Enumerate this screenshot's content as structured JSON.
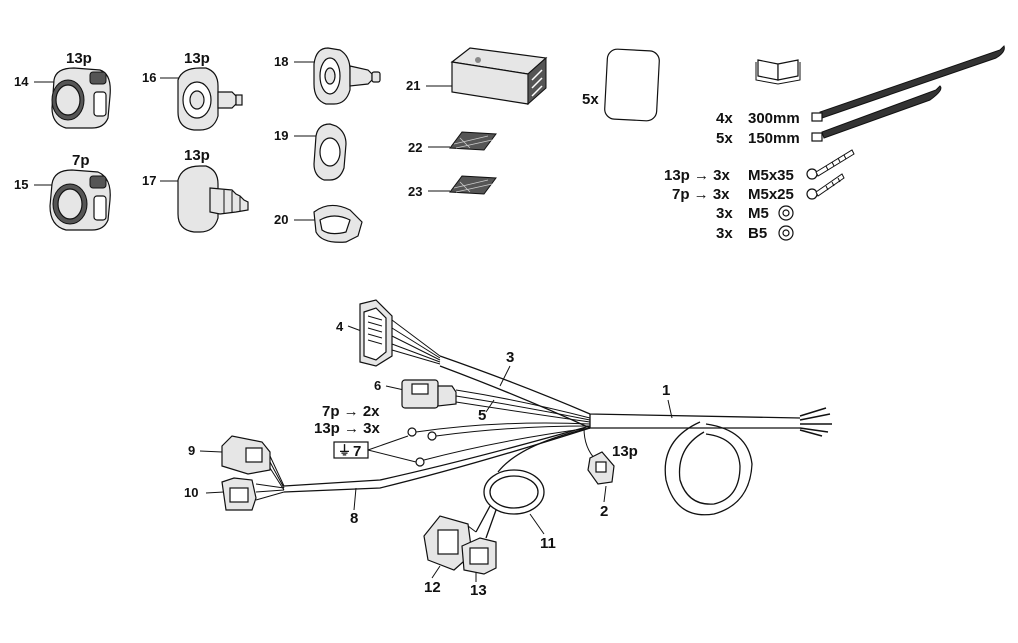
{
  "diagram": {
    "title": "Towbar wiring kit parts diagram",
    "parts": {
      "p14": {
        "number": "14",
        "pin_label": "13p"
      },
      "p15": {
        "number": "15",
        "pin_label": "7p"
      },
      "p16": {
        "number": "16",
        "pin_label": "13p"
      },
      "p17": {
        "number": "17",
        "pin_label": "13p"
      },
      "p18": {
        "number": "18"
      },
      "p19": {
        "number": "19"
      },
      "p20": {
        "number": "20"
      },
      "p21": {
        "number": "21"
      },
      "p22": {
        "number": "22"
      },
      "p23": {
        "number": "23"
      },
      "pad_qty": "5x"
    },
    "hardware": {
      "ties_long_qty": "4x",
      "ties_long_size": "300mm",
      "ties_short_qty": "5x",
      "ties_short_size": "150mm",
      "bolt1_prefix": "13p → 3x",
      "bolt1_size": "M5x35",
      "bolt2_prefix": "7p → 3x",
      "bolt2_size": "M5x25",
      "nut_qty": "3x",
      "nut_size": "M5",
      "washer_qty": "3x",
      "washer_size": "B5"
    },
    "harness": {
      "n1": "1",
      "n2": "2",
      "n2_pin": "13p",
      "n3": "3",
      "n4": "4",
      "n5": "5",
      "n6": "6",
      "n7": "7",
      "ground_7p": "7p → 2x",
      "ground_13p": "13p → 3x",
      "n8": "8",
      "n9": "9",
      "n10": "10",
      "n11": "11",
      "n12": "12",
      "n13": "13"
    }
  }
}
